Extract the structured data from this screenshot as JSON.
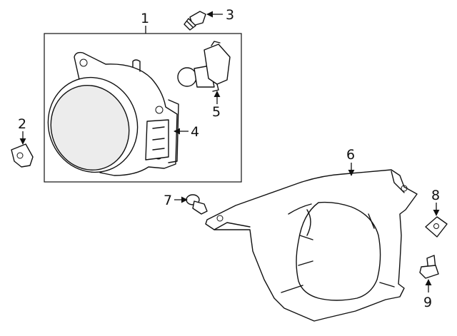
{
  "callouts": {
    "c1": "1",
    "c2": "2",
    "c3": "3",
    "c4": "4",
    "c5": "5",
    "c6": "6",
    "c7": "7",
    "c8": "8",
    "c9": "9"
  },
  "colors": {
    "line": "#111111",
    "background": "#ffffff",
    "lens": "#ececec"
  }
}
